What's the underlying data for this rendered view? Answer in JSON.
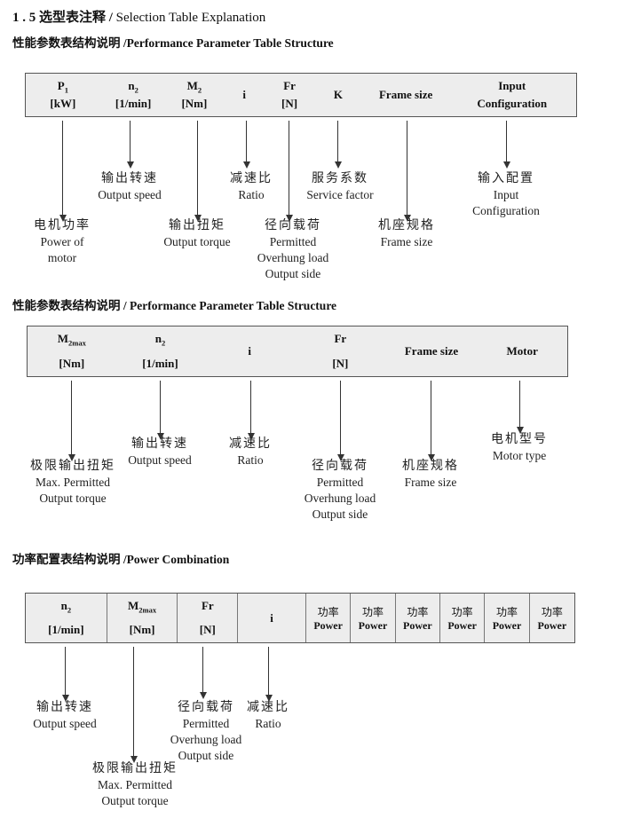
{
  "page": {
    "title_zh": "1 . 5 选型表注释 / ",
    "title_en": "Selection Table Explanation"
  },
  "sections": [
    {
      "heading": "性能参数表结构说明 /Performance Parameter Table Structure",
      "table": {
        "columns": [
          {
            "base": "P",
            "sub": "1",
            "unit": "[kW]"
          },
          {
            "base": "n",
            "sub": "2",
            "unit": "[1/min]"
          },
          {
            "base": "M",
            "sub": "2",
            "unit": "[Nm]"
          },
          {
            "base": "i"
          },
          {
            "base": "Fr",
            "unit": "[N]"
          },
          {
            "base": "K"
          },
          {
            "base": "Frame size"
          },
          {
            "base": "Input",
            "unit": "Configuration"
          }
        ]
      },
      "annotations": [
        {
          "lines": [
            "电机功率",
            "Power of",
            "motor"
          ]
        },
        {
          "lines": [
            "输出转速",
            "Output speed"
          ]
        },
        {
          "lines": [
            "输出扭矩",
            "Output torque"
          ]
        },
        {
          "lines": [
            "减速比",
            "Ratio"
          ]
        },
        {
          "lines": [
            "径向载荷",
            "Permitted",
            "Overhung load",
            "Output side"
          ]
        },
        {
          "lines": [
            "服务系数",
            "Service factor"
          ]
        },
        {
          "lines": [
            "机座规格",
            "Frame size"
          ]
        },
        {
          "lines": [
            "输入配置",
            "Input",
            "Configuration"
          ]
        }
      ]
    },
    {
      "heading": "性能参数表结构说明 / Performance Parameter Table Structure",
      "table": {
        "columns": [
          {
            "base": "M",
            "sub": "2max",
            "unit": "[Nm]"
          },
          {
            "base": "n",
            "sub": "2",
            "unit": "[1/min]"
          },
          {
            "base": "i"
          },
          {
            "base": "Fr",
            "unit": "[N]"
          },
          {
            "base": "Frame size"
          },
          {
            "base": "Motor"
          }
        ]
      },
      "annotations": [
        {
          "lines": [
            "极限输出扭矩",
            "Max. Permitted",
            "Output torque"
          ]
        },
        {
          "lines": [
            "输出转速",
            "Output speed"
          ]
        },
        {
          "lines": [
            "减速比",
            "Ratio"
          ]
        },
        {
          "lines": [
            "径向载荷",
            "Permitted",
            "Overhung load",
            "Output side"
          ]
        },
        {
          "lines": [
            "机座规格",
            "Frame size"
          ]
        },
        {
          "lines": [
            "电机型号",
            "Motor type"
          ]
        }
      ]
    },
    {
      "heading": "功率配置表结构说明 /Power Combination",
      "table": {
        "columns": [
          {
            "base": "n",
            "sub": "2",
            "unit": "[1/min]"
          },
          {
            "base": "M",
            "sub": "2max",
            "unit": "[Nm]"
          },
          {
            "base": "Fr",
            "unit": "[N]"
          },
          {
            "base": "i"
          }
        ],
        "power_columns": [
          {
            "zh": "功率",
            "en": "Power"
          },
          {
            "zh": "功率",
            "en": "Power"
          },
          {
            "zh": "功率",
            "en": "Power"
          },
          {
            "zh": "功率",
            "en": "Power"
          },
          {
            "zh": "功率",
            "en": "Power"
          },
          {
            "zh": "功率",
            "en": "Power"
          }
        ]
      },
      "annotations": [
        {
          "lines": [
            "输出转速",
            "Output speed"
          ]
        },
        {
          "lines": [
            "极限输出扭矩",
            "Max. Permitted",
            "Output torque"
          ]
        },
        {
          "lines": [
            "径向载荷",
            "Permitted",
            "Overhung load",
            "Output side"
          ]
        },
        {
          "lines": [
            "减速比",
            "Ratio"
          ]
        }
      ]
    }
  ]
}
